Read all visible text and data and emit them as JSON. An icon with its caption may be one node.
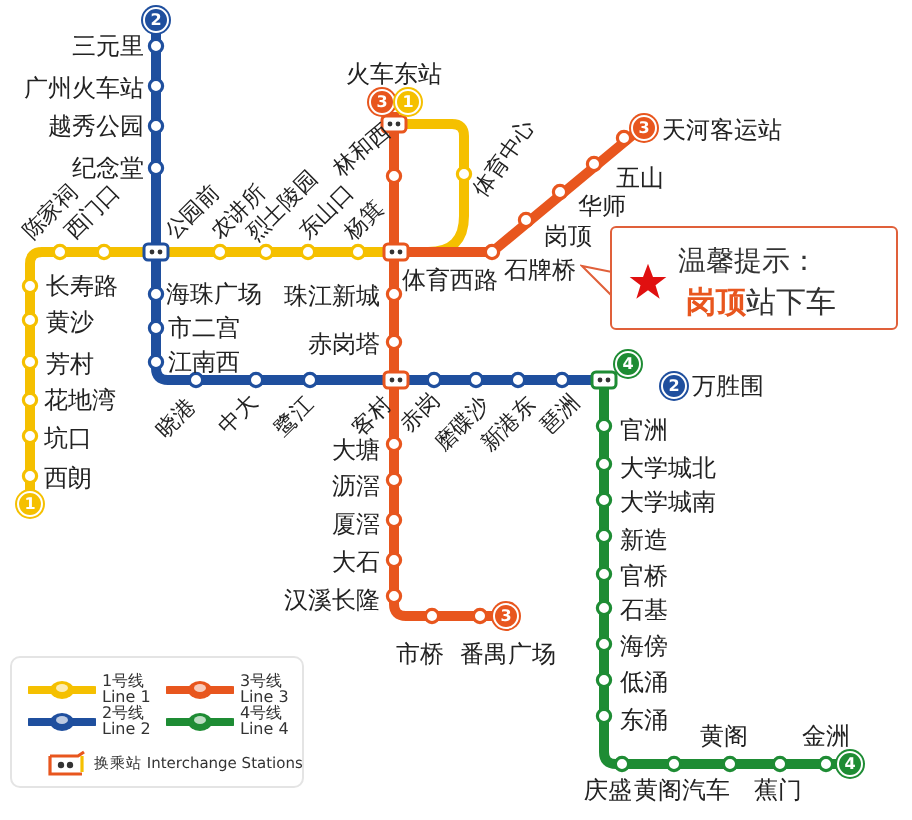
{
  "diagram": {
    "nodes": [
      {
        "text": [
          "温馨提示：",
          "**岗顶**站下车"
        ]
      }
    ],
    "labels": [
      "2",
      "三元里",
      "火车东站",
      "广州火车站",
      "3",
      "1",
      "越秀公园",
      "3",
      "天河客运站",
      "林和西",
      "体育中心",
      "纪念堂",
      "五山",
      "陈家祠",
      "西门口",
      "公园前",
      "农讲所",
      "烈士陵园",
      "东山口",
      "杨箕",
      "华师",
      "岗顶",
      "长寿路",
      "体育西路",
      "石牌桥",
      "海珠广场",
      "珠江新城",
      "黄沙",
      "市二宫",
      "赤岗塔",
      "芳村",
      "江南西",
      "4",
      "2",
      "万胜围",
      "晓港",
      "中大",
      "鹭江",
      "客村",
      "赤岗",
      "磨碟沙",
      "新港东",
      "琶洲",
      "花地湾",
      "坑口",
      "大塘",
      "官洲",
      "西朗",
      "沥滘",
      "大学城北",
      "1",
      "大学城南",
      "厦滘",
      "新造",
      "大石",
      "官桥",
      "汉溪长隆",
      "石基",
      "3",
      "市桥",
      "番禺广场",
      "海傍",
      "低涌",
      "东涌",
      "黄阁",
      "金洲",
      "4",
      "庆盛",
      "黄阁汽车",
      "蕉门"
    ],
    "legend": [
      {
        "text": "1号线 Line 1",
        "color": "#f5c000"
      },
      {
        "text": "3号线 Line 3",
        "color": "#e8561e"
      },
      {
        "text": "2号线 Line 2",
        "color": "#1f4f9e"
      },
      {
        "text": "4号线 Line 4",
        "color": "#1e8c34"
      },
      {
        "text": "换乘站 Interchange Stations"
      }
    ]
  }
}
